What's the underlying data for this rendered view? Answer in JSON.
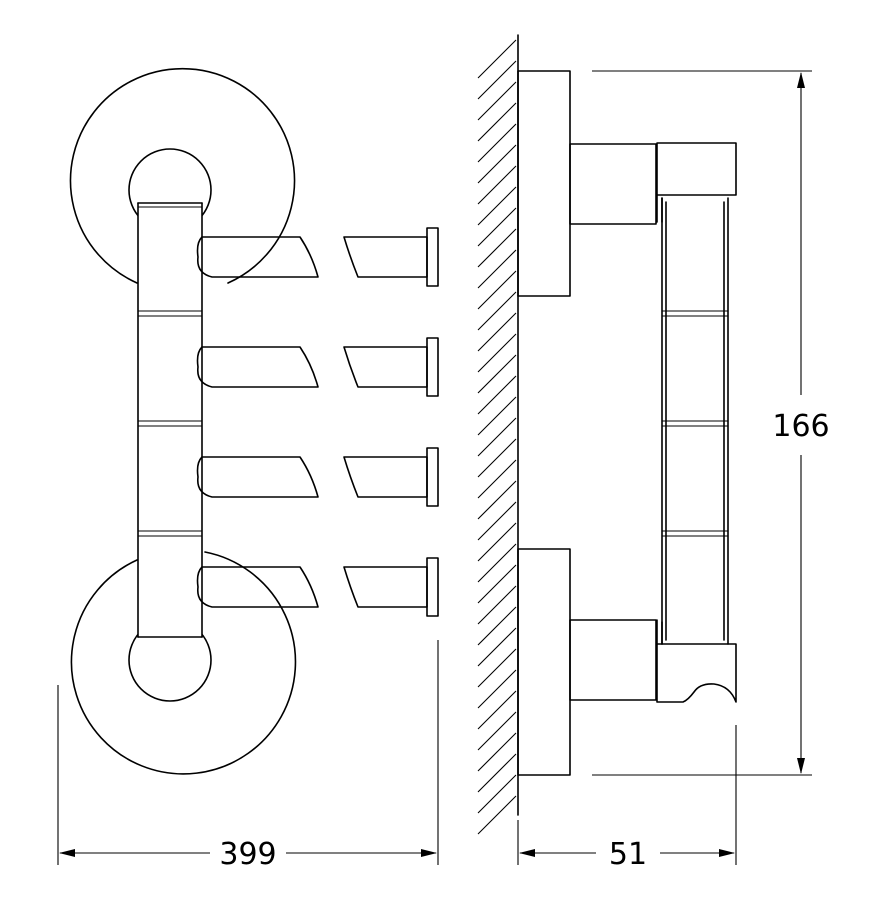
{
  "dimensions": {
    "width_label": "399",
    "depth_label": "51",
    "height_label": "166"
  },
  "arms": {
    "count": 4
  }
}
